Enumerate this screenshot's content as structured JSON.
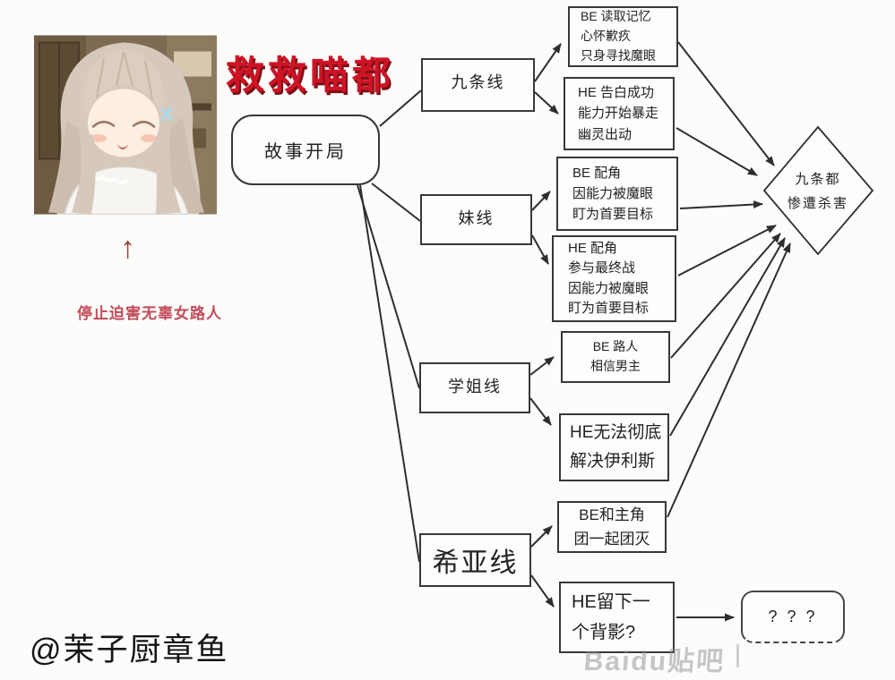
{
  "header": {
    "title": "救救喵都",
    "title_color": "#cf1325"
  },
  "avatar": {
    "icon": "anime-girl-portrait",
    "arrow": "↑",
    "caption": "停止迫害无辜女路人",
    "caption_color": "#c24b58"
  },
  "flow": {
    "start": {
      "label": "故事开局"
    },
    "branches": [
      {
        "label": "九条线"
      },
      {
        "label": "妹线"
      },
      {
        "label": "学姐线"
      },
      {
        "label": "希亚线"
      }
    ],
    "outcomes": [
      {
        "lines": [
          "BE 读取记忆",
          "心怀歉疚",
          "只身寻找魔眼"
        ]
      },
      {
        "lines": [
          "HE 告白成功",
          "能力开始暴走",
          "幽灵出动"
        ]
      },
      {
        "lines": [
          "BE 配角",
          "因能力被魔眼",
          "盯为首要目标"
        ]
      },
      {
        "lines": [
          "HE 配角",
          "参与最终战",
          "因能力被魔眼",
          "盯为首要目标"
        ]
      },
      {
        "lines": [
          "BE 路人",
          "相信男主"
        ]
      },
      {
        "lines": [
          "HE无法彻底",
          "解决伊利斯"
        ]
      },
      {
        "lines": [
          "BE和主角",
          "团一起团灭"
        ]
      },
      {
        "lines": [
          "HE留下一",
          "个背影?"
        ]
      }
    ],
    "terminal": {
      "lines": [
        "九条都",
        "惨遭杀害"
      ]
    },
    "unknown": {
      "label": "? ? ?"
    }
  },
  "footer": {
    "credit": "@茉子厨章鱼",
    "watermark": "Baidu贴吧"
  },
  "colors": {
    "box_border": "#383838",
    "line": "#2e2e2e",
    "background": "#fcfcfb",
    "watermark_gray": "#8f8f8f"
  }
}
